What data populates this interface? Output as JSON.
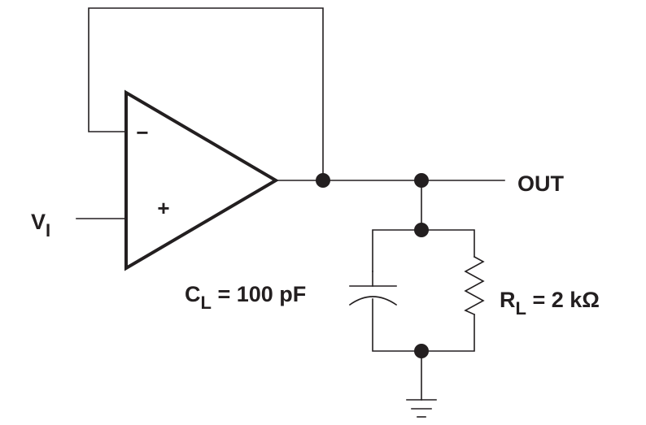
{
  "labels": {
    "input_main": "V",
    "input_sub": "I",
    "inverting": "−",
    "non_inverting": "+",
    "output": "OUT",
    "cap_main": "C",
    "cap_sub": "L",
    "cap_value": " = 100 pF",
    "res_main": "R",
    "res_sub": "L",
    "res_value": " = 2 kΩ"
  },
  "icons": [
    "op-amp-icon",
    "capacitor-icon",
    "resistor-icon",
    "ground-icon"
  ]
}
